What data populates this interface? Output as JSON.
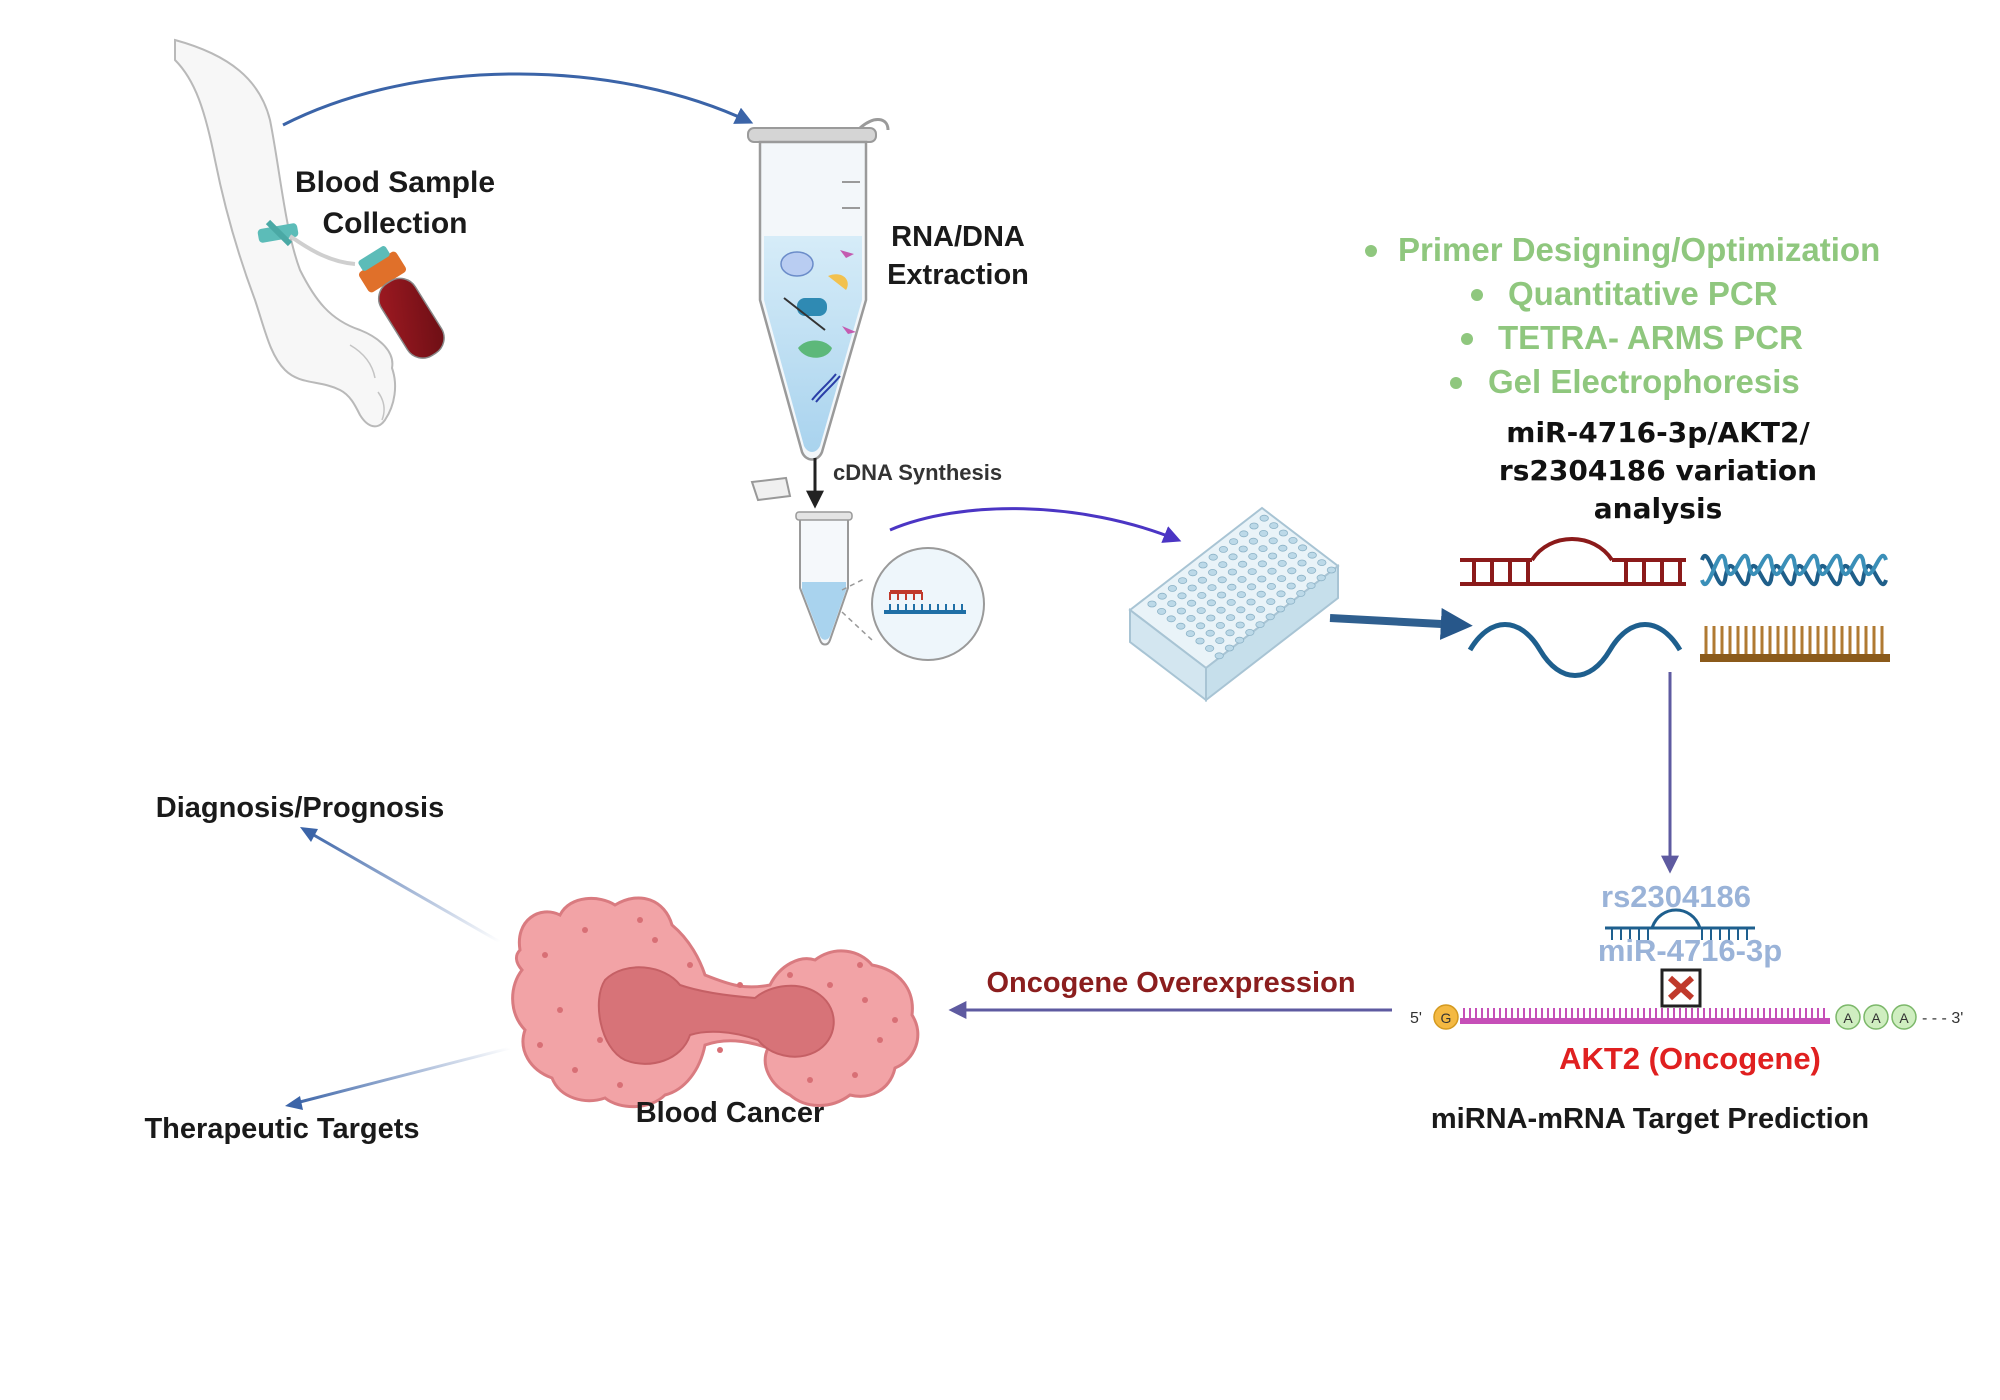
{
  "labels": {
    "blood_sample_line1": "Blood Sample",
    "blood_sample_line2": "Collection",
    "extraction_line1": "RNA/DNA",
    "extraction_line2": "Extraction",
    "cdna": "cDNA Synthesis",
    "methods": [
      "Primer Designing/Optimization",
      "Quantitative PCR",
      "TETRA- ARMS PCR",
      "Gel Electrophoresis"
    ],
    "analysis_line1": "miR-4716-3p/AKT2/",
    "analysis_line2": "rs2304186 variation",
    "analysis_line3": "analysis",
    "snp": "rs2304186",
    "mirna": "miR-4716-3p",
    "five_prime": "5'",
    "cap": "G",
    "poly_a": [
      "A",
      "A",
      "A"
    ],
    "three_prime": "- - - 3'",
    "akt2": "AKT2 (Oncogene)",
    "target_prediction": "miRNA-mRNA Target Prediction",
    "oncogene_overexpression": "Oncogene Overexpression",
    "blood_cancer": "Blood Cancer",
    "diagnosis": "Diagnosis/Prognosis",
    "therapeutic": "Therapeutic Targets"
  },
  "icons": [
    "arm-with-syringe-icon",
    "blood-tube-icon",
    "microcentrifuge-tube-icon",
    "pcr-tube-icon",
    "cdna-magnifier-icon",
    "pcr-plate-icon",
    "dna-strand-icons",
    "mrna-strand-icon",
    "blocked-binding-icon",
    "dividing-cancer-cell-icon"
  ],
  "colors": {
    "arrow_blue": "#3b64a8",
    "arrow_purple": "#4b35c4",
    "arrow_slate": "#5e5aa0",
    "methods_green": "#8fc77e",
    "akt2_red": "#e02020",
    "overexpression_red": "#8b1e1e",
    "mirna_blue": "#9ab3d8",
    "cell_pink": "#f0a0a0",
    "mrna_magenta": "#c64fb8"
  }
}
